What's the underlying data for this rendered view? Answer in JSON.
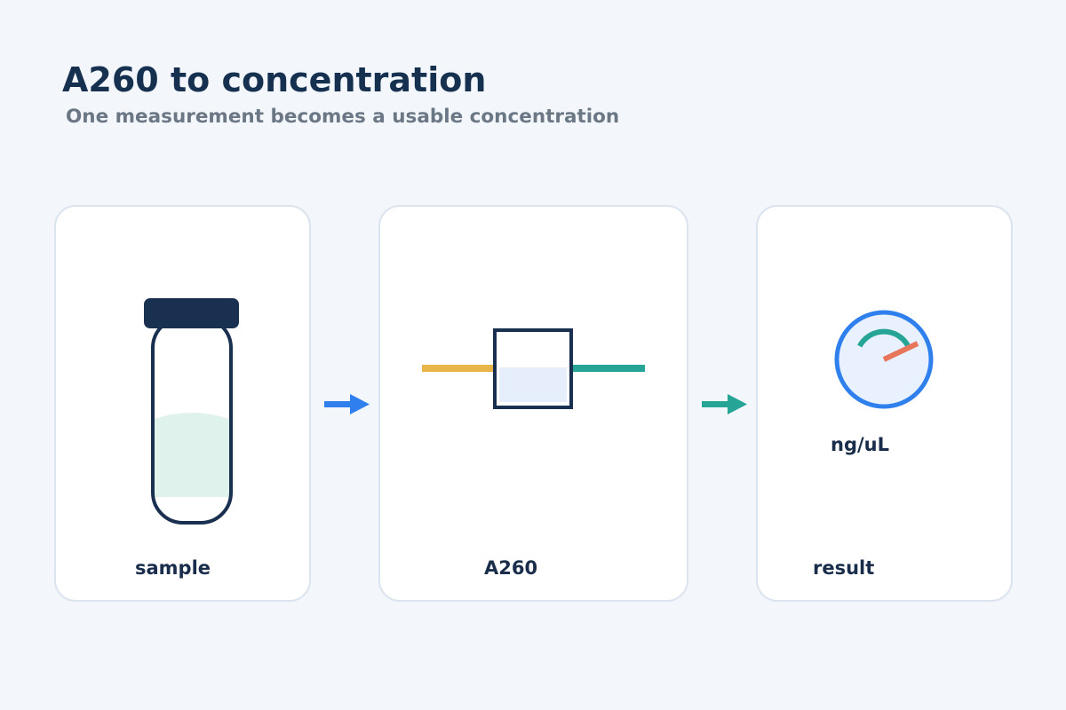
{
  "header": {
    "title": "A260 to concentration",
    "subtitle": "One measurement becomes a usable concentration"
  },
  "steps": [
    {
      "label": "sample",
      "icon": "sample-tube-icon"
    },
    {
      "label": "A260",
      "icon": "cuvette-icon"
    },
    {
      "label": "result",
      "icon": "gauge-icon",
      "unit": "ng/uL"
    }
  ],
  "colors": {
    "background": "#f3f7fb",
    "title": "#163150",
    "subtitle": "#6b7785",
    "card_border": "#dbe4ef",
    "outline": "#1a3050",
    "liquid": "#dff2ec",
    "incident_light": "#e9b448",
    "transmitted_light": "#26a597",
    "arrow_blue": "#2f80ed",
    "arrow_teal": "#26a597",
    "gauge_ring": "#2f80ed",
    "gauge_face": "#e8f1fd",
    "gauge_needle": "#e8765a"
  }
}
